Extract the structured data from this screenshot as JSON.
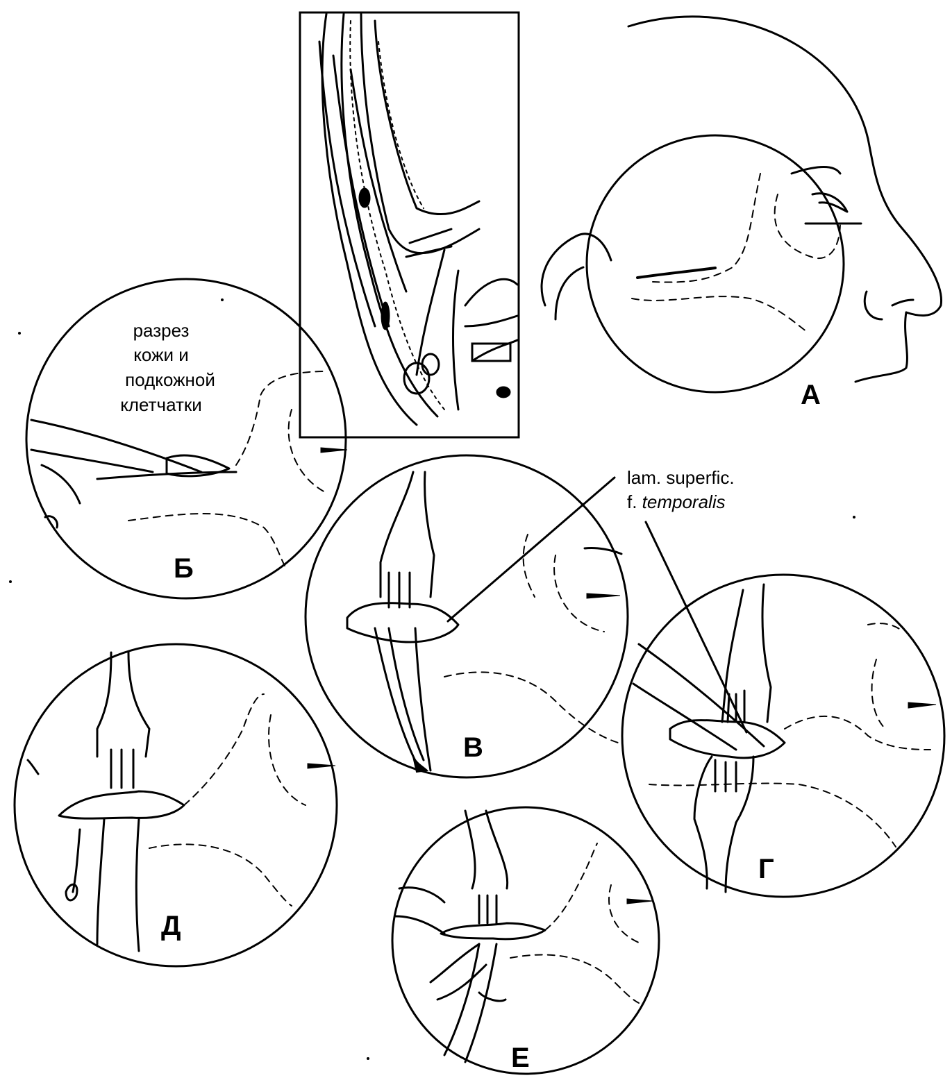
{
  "figure": {
    "panels": [
      {
        "id": "a",
        "letter": "А"
      },
      {
        "id": "b",
        "letter": "Б"
      },
      {
        "id": "v",
        "letter": "В"
      },
      {
        "id": "g",
        "letter": "Г"
      },
      {
        "id": "d",
        "letter": "Д"
      },
      {
        "id": "e",
        "letter": "Е"
      }
    ],
    "incision_caption": [
      "разрез",
      "кожи и",
      "подкожной",
      "клетчатки"
    ],
    "fascia_label": {
      "line1": "lam. superfic.",
      "line2_prefix": "f. ",
      "line2_italic": "temporalis"
    }
  }
}
